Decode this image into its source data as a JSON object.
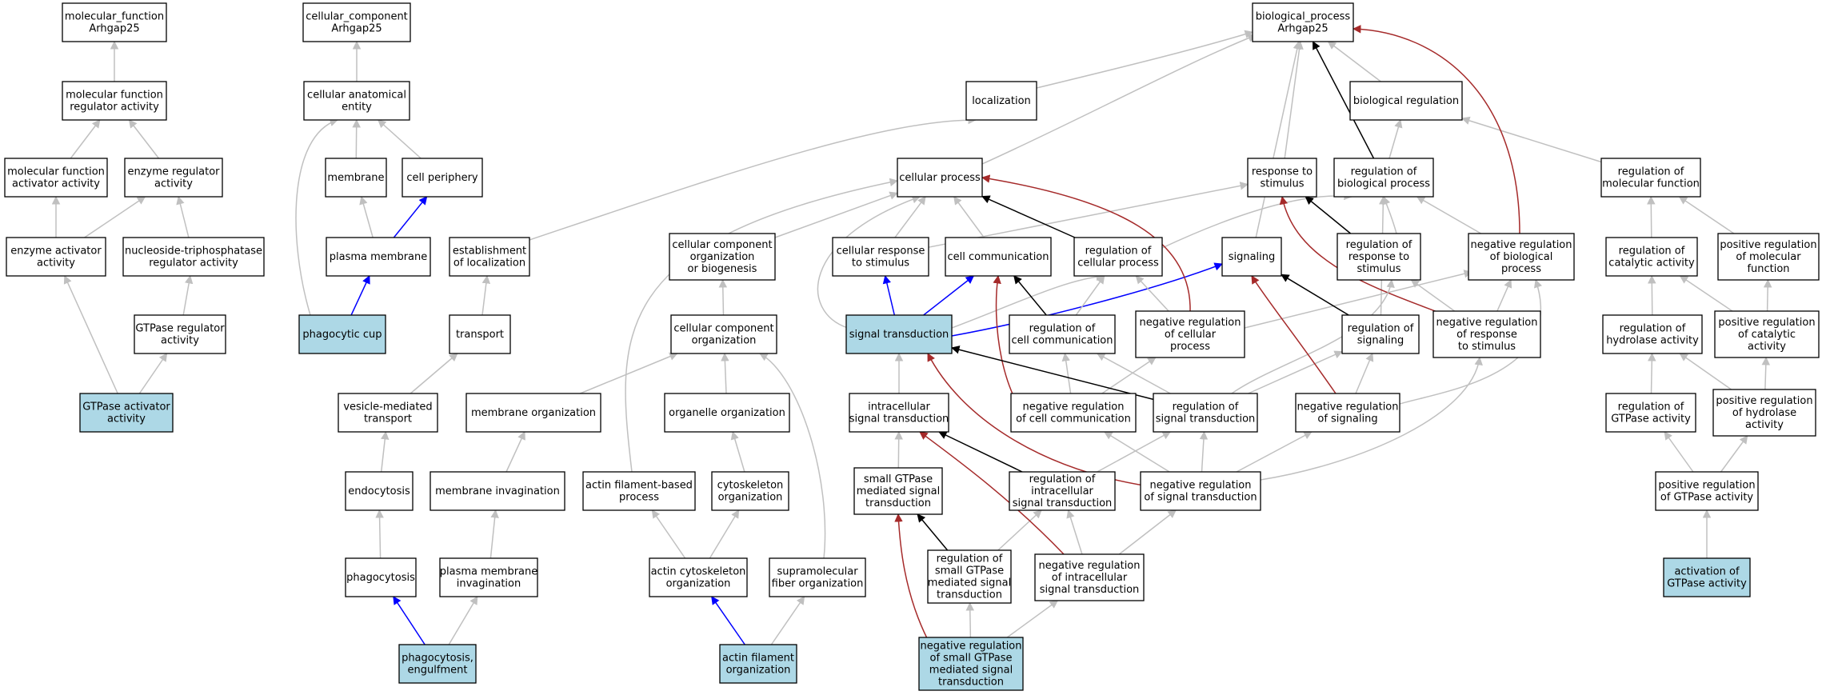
{
  "colors": {
    "highlight_fill": "#add8e6",
    "edge_is_a": "#c0c0c0",
    "edge_part_of": "#0000ff",
    "edge_regulates": "#000000",
    "edge_negatively_regulates": "#a52a2a"
  },
  "nodes": [
    {
      "id": "mf_root",
      "lines": [
        "molecular_function",
        "Arhgap25"
      ]
    },
    {
      "id": "mf_reg",
      "lines": [
        "molecular function",
        "regulator activity"
      ]
    },
    {
      "id": "mf_act",
      "lines": [
        "molecular function",
        "activator activity"
      ]
    },
    {
      "id": "enz_reg",
      "lines": [
        "enzyme regulator",
        "activity"
      ]
    },
    {
      "id": "enz_act",
      "lines": [
        "enzyme activator",
        "activity"
      ]
    },
    {
      "id": "ntp_reg",
      "lines": [
        "nucleoside-triphosphatase",
        "regulator activity"
      ]
    },
    {
      "id": "gtp_reg",
      "lines": [
        "GTPase regulator",
        "activity"
      ]
    },
    {
      "id": "gap",
      "lines": [
        "GTPase activator",
        "activity"
      ],
      "highlight": true
    },
    {
      "id": "cc_root",
      "lines": [
        "cellular_component",
        "Arhgap25"
      ]
    },
    {
      "id": "cae",
      "lines": [
        "cellular anatomical",
        "entity"
      ]
    },
    {
      "id": "membrane",
      "lines": [
        "membrane"
      ]
    },
    {
      "id": "cell_periph",
      "lines": [
        "cell periphery"
      ]
    },
    {
      "id": "plasma_mem",
      "lines": [
        "plasma membrane"
      ]
    },
    {
      "id": "phago_cup",
      "lines": [
        "phagocytic cup"
      ],
      "highlight": true
    },
    {
      "id": "bp_root",
      "lines": [
        "biological_process",
        "Arhgap25"
      ]
    },
    {
      "id": "localization",
      "lines": [
        "localization"
      ]
    },
    {
      "id": "bio_reg",
      "lines": [
        "biological regulation"
      ]
    },
    {
      "id": "cell_proc",
      "lines": [
        "cellular process"
      ]
    },
    {
      "id": "resp_stim",
      "lines": [
        "response to",
        "stimulus"
      ]
    },
    {
      "id": "reg_bio",
      "lines": [
        "regulation of",
        "biological process"
      ]
    },
    {
      "id": "reg_mol",
      "lines": [
        "regulation of",
        "molecular function"
      ]
    },
    {
      "id": "est_loc",
      "lines": [
        "establishment",
        "of localization"
      ]
    },
    {
      "id": "cc_org_bio",
      "lines": [
        "cellular component",
        "organization",
        "or biogenesis"
      ]
    },
    {
      "id": "cell_resp",
      "lines": [
        "cellular response",
        "to stimulus"
      ]
    },
    {
      "id": "cell_comm",
      "lines": [
        "cell communication"
      ]
    },
    {
      "id": "reg_cell_proc",
      "lines": [
        "regulation of",
        "cellular process"
      ]
    },
    {
      "id": "signaling",
      "lines": [
        "signaling"
      ]
    },
    {
      "id": "reg_resp",
      "lines": [
        "regulation of",
        "response to",
        "stimulus"
      ]
    },
    {
      "id": "neg_reg_bio",
      "lines": [
        "negative regulation",
        "of biological",
        "process"
      ]
    },
    {
      "id": "reg_cat",
      "lines": [
        "regulation of",
        "catalytic activity"
      ]
    },
    {
      "id": "pos_reg_mol",
      "lines": [
        "positive regulation",
        "of molecular",
        "function"
      ]
    },
    {
      "id": "transport",
      "lines": [
        "transport"
      ]
    },
    {
      "id": "cc_org",
      "lines": [
        "cellular component",
        "organization"
      ]
    },
    {
      "id": "sig_trans",
      "lines": [
        "signal transduction"
      ],
      "highlight": true
    },
    {
      "id": "reg_cell_comm",
      "lines": [
        "regulation of",
        "cell communication"
      ]
    },
    {
      "id": "neg_reg_cell_proc",
      "lines": [
        "negative regulation",
        "of cellular",
        "process"
      ]
    },
    {
      "id": "reg_sig",
      "lines": [
        "regulation of",
        "signaling"
      ]
    },
    {
      "id": "neg_reg_resp",
      "lines": [
        "negative regulation",
        "of response",
        "to stimulus"
      ]
    },
    {
      "id": "reg_hyd",
      "lines": [
        "regulation of",
        "hydrolase activity"
      ]
    },
    {
      "id": "pos_reg_cat",
      "lines": [
        "positive regulation",
        "of catalytic",
        "activity"
      ]
    },
    {
      "id": "vesicle",
      "lines": [
        "vesicle-mediated",
        "transport"
      ]
    },
    {
      "id": "mem_org",
      "lines": [
        "membrane organization"
      ]
    },
    {
      "id": "org_org",
      "lines": [
        "organelle organization"
      ]
    },
    {
      "id": "intra_sig",
      "lines": [
        "intracellular",
        "signal transduction"
      ]
    },
    {
      "id": "neg_reg_cell_comm",
      "lines": [
        "negative regulation",
        "of cell communication"
      ]
    },
    {
      "id": "reg_sig_trans",
      "lines": [
        "regulation of",
        "signal transduction"
      ]
    },
    {
      "id": "neg_reg_sig",
      "lines": [
        "negative regulation",
        "of signaling"
      ]
    },
    {
      "id": "reg_gtpase",
      "lines": [
        "regulation of",
        "GTPase activity"
      ]
    },
    {
      "id": "pos_reg_hyd",
      "lines": [
        "positive regulation",
        "of hydrolase",
        "activity"
      ]
    },
    {
      "id": "endocytosis",
      "lines": [
        "endocytosis"
      ]
    },
    {
      "id": "mem_inv",
      "lines": [
        "membrane invagination"
      ]
    },
    {
      "id": "actin_proc",
      "lines": [
        "actin filament-based",
        "process"
      ]
    },
    {
      "id": "cyto_org",
      "lines": [
        "cytoskeleton",
        "organization"
      ]
    },
    {
      "id": "small_gtpase",
      "lines": [
        "small GTPase",
        "mediated signal",
        "transduction"
      ]
    },
    {
      "id": "reg_intra",
      "lines": [
        "regulation of",
        "intracellular",
        "signal transduction"
      ]
    },
    {
      "id": "neg_reg_sig_trans",
      "lines": [
        "negative regulation",
        "of signal transduction"
      ]
    },
    {
      "id": "pos_reg_gtpase",
      "lines": [
        "positive regulation",
        "of GTPase activity"
      ]
    },
    {
      "id": "phagocytosis",
      "lines": [
        "phagocytosis"
      ]
    },
    {
      "id": "pm_inv",
      "lines": [
        "plasma membrane",
        "invagination"
      ]
    },
    {
      "id": "actin_cyto",
      "lines": [
        "actin cytoskeleton",
        "organization"
      ]
    },
    {
      "id": "supra",
      "lines": [
        "supramolecular",
        "fiber organization"
      ]
    },
    {
      "id": "reg_small",
      "lines": [
        "regulation of",
        "small GTPase",
        "mediated signal",
        "transduction"
      ]
    },
    {
      "id": "neg_reg_intra",
      "lines": [
        "negative regulation",
        "of intracellular",
        "signal transduction"
      ]
    },
    {
      "id": "act_gtpase",
      "lines": [
        "activation of",
        "GTPase activity"
      ],
      "highlight": true
    },
    {
      "id": "phago_eng",
      "lines": [
        "phagocytosis,",
        "engulfment"
      ],
      "highlight": true
    },
    {
      "id": "actin_fil",
      "lines": [
        "actin filament",
        "organization"
      ],
      "highlight": true
    },
    {
      "id": "neg_reg_small",
      "lines": [
        "negative regulation",
        "of small GTPase",
        "mediated signal",
        "transduction"
      ],
      "highlight": true
    }
  ],
  "edges": [
    {
      "from": "mf_reg",
      "to": "mf_root",
      "type": "is_a"
    },
    {
      "from": "mf_act",
      "to": "mf_reg",
      "type": "is_a"
    },
    {
      "from": "enz_reg",
      "to": "mf_reg",
      "type": "is_a"
    },
    {
      "from": "enz_act",
      "to": "enz_reg",
      "type": "is_a"
    },
    {
      "from": "enz_act",
      "to": "mf_act",
      "type": "is_a"
    },
    {
      "from": "ntp_reg",
      "to": "enz_reg",
      "type": "is_a"
    },
    {
      "from": "gtp_reg",
      "to": "ntp_reg",
      "type": "is_a"
    },
    {
      "from": "gap",
      "to": "enz_act",
      "type": "is_a"
    },
    {
      "from": "gap",
      "to": "gtp_reg",
      "type": "is_a"
    },
    {
      "from": "cae",
      "to": "cc_root",
      "type": "is_a"
    },
    {
      "from": "membrane",
      "to": "cae",
      "type": "is_a"
    },
    {
      "from": "cell_periph",
      "to": "cae",
      "type": "is_a"
    },
    {
      "from": "plasma_mem",
      "to": "membrane",
      "type": "is_a"
    },
    {
      "from": "plasma_mem",
      "to": "cell_periph",
      "type": "part_of"
    },
    {
      "from": "phago_cup",
      "to": "plasma_mem",
      "type": "part_of"
    },
    {
      "from": "phago_cup",
      "to": "cae",
      "type": "is_a"
    },
    {
      "from": "localization",
      "to": "bp_root",
      "type": "is_a"
    },
    {
      "from": "bio_reg",
      "to": "bp_root",
      "type": "is_a"
    },
    {
      "from": "cell_proc",
      "to": "bp_root",
      "type": "is_a"
    },
    {
      "from": "resp_stim",
      "to": "bp_root",
      "type": "is_a"
    },
    {
      "from": "reg_bio",
      "to": "bp_root",
      "type": "regulates"
    },
    {
      "from": "reg_bio",
      "to": "bio_reg",
      "type": "is_a"
    },
    {
      "from": "reg_mol",
      "to": "bio_reg",
      "type": "is_a"
    },
    {
      "from": "est_loc",
      "to": "localization",
      "type": "is_a"
    },
    {
      "from": "cc_org_bio",
      "to": "cell_proc",
      "type": "is_a"
    },
    {
      "from": "cell_resp",
      "to": "cell_proc",
      "type": "is_a"
    },
    {
      "from": "cell_resp",
      "to": "resp_stim",
      "type": "is_a"
    },
    {
      "from": "cell_comm",
      "to": "cell_proc",
      "type": "is_a"
    },
    {
      "from": "reg_cell_proc",
      "to": "cell_proc",
      "type": "regulates"
    },
    {
      "from": "reg_cell_proc",
      "to": "reg_bio",
      "type": "is_a"
    },
    {
      "from": "signaling",
      "to": "bp_root",
      "type": "is_a"
    },
    {
      "from": "reg_resp",
      "to": "resp_stim",
      "type": "regulates"
    },
    {
      "from": "reg_resp",
      "to": "reg_bio",
      "type": "is_a"
    },
    {
      "from": "neg_reg_bio",
      "to": "bp_root",
      "type": "negatively_regulates"
    },
    {
      "from": "neg_reg_bio",
      "to": "reg_bio",
      "type": "is_a"
    },
    {
      "from": "reg_cat",
      "to": "reg_mol",
      "type": "is_a"
    },
    {
      "from": "pos_reg_mol",
      "to": "reg_mol",
      "type": "is_a"
    },
    {
      "from": "transport",
      "to": "est_loc",
      "type": "is_a"
    },
    {
      "from": "cc_org",
      "to": "cc_org_bio",
      "type": "is_a"
    },
    {
      "from": "sig_trans",
      "to": "cell_resp",
      "type": "part_of"
    },
    {
      "from": "sig_trans",
      "to": "cell_comm",
      "type": "part_of"
    },
    {
      "from": "sig_trans",
      "to": "signaling",
      "type": "part_of"
    },
    {
      "from": "sig_trans",
      "to": "cell_proc",
      "type": "is_a"
    },
    {
      "from": "sig_trans",
      "to": "reg_cell_proc",
      "type": "is_a"
    },
    {
      "from": "reg_cell_comm",
      "to": "cell_comm",
      "type": "regulates"
    },
    {
      "from": "reg_cell_comm",
      "to": "reg_cell_proc",
      "type": "is_a"
    },
    {
      "from": "neg_reg_cell_proc",
      "to": "cell_proc",
      "type": "negatively_regulates"
    },
    {
      "from": "neg_reg_cell_proc",
      "to": "reg_cell_proc",
      "type": "is_a"
    },
    {
      "from": "neg_reg_cell_proc",
      "to": "neg_reg_bio",
      "type": "is_a"
    },
    {
      "from": "reg_sig",
      "to": "signaling",
      "type": "regulates"
    },
    {
      "from": "reg_sig",
      "to": "reg_bio",
      "type": "is_a"
    },
    {
      "from": "neg_reg_resp",
      "to": "resp_stim",
      "type": "negatively_regulates"
    },
    {
      "from": "neg_reg_resp",
      "to": "reg_resp",
      "type": "is_a"
    },
    {
      "from": "neg_reg_resp",
      "to": "neg_reg_bio",
      "type": "is_a"
    },
    {
      "from": "reg_hyd",
      "to": "reg_cat",
      "type": "is_a"
    },
    {
      "from": "pos_reg_cat",
      "to": "reg_cat",
      "type": "is_a"
    },
    {
      "from": "pos_reg_cat",
      "to": "pos_reg_mol",
      "type": "is_a"
    },
    {
      "from": "vesicle",
      "to": "transport",
      "type": "is_a"
    },
    {
      "from": "mem_org",
      "to": "cc_org",
      "type": "is_a"
    },
    {
      "from": "org_org",
      "to": "cc_org",
      "type": "is_a"
    },
    {
      "from": "intra_sig",
      "to": "sig_trans",
      "type": "is_a"
    },
    {
      "from": "neg_reg_cell_comm",
      "to": "cell_comm",
      "type": "negatively_regulates"
    },
    {
      "from": "neg_reg_cell_comm",
      "to": "reg_cell_comm",
      "type": "is_a"
    },
    {
      "from": "neg_reg_cell_comm",
      "to": "neg_reg_cell_proc",
      "type": "is_a"
    },
    {
      "from": "reg_sig_trans",
      "to": "sig_trans",
      "type": "regulates"
    },
    {
      "from": "reg_sig_trans",
      "to": "reg_cell_comm",
      "type": "is_a"
    },
    {
      "from": "reg_sig_trans",
      "to": "reg_sig",
      "type": "is_a"
    },
    {
      "from": "reg_sig_trans",
      "to": "reg_resp",
      "type": "is_a"
    },
    {
      "from": "neg_reg_sig",
      "to": "signaling",
      "type": "negatively_regulates"
    },
    {
      "from": "neg_reg_sig",
      "to": "reg_sig",
      "type": "is_a"
    },
    {
      "from": "neg_reg_sig",
      "to": "neg_reg_bio",
      "type": "is_a"
    },
    {
      "from": "reg_gtpase",
      "to": "reg_hyd",
      "type": "is_a"
    },
    {
      "from": "pos_reg_hyd",
      "to": "reg_hyd",
      "type": "is_a"
    },
    {
      "from": "pos_reg_hyd",
      "to": "pos_reg_cat",
      "type": "is_a"
    },
    {
      "from": "endocytosis",
      "to": "vesicle",
      "type": "is_a"
    },
    {
      "from": "mem_inv",
      "to": "mem_org",
      "type": "is_a"
    },
    {
      "from": "actin_proc",
      "to": "cell_proc",
      "type": "is_a"
    },
    {
      "from": "cyto_org",
      "to": "org_org",
      "type": "is_a"
    },
    {
      "from": "small_gtpase",
      "to": "intra_sig",
      "type": "is_a"
    },
    {
      "from": "reg_intra",
      "to": "intra_sig",
      "type": "regulates"
    },
    {
      "from": "reg_intra",
      "to": "reg_sig_trans",
      "type": "is_a"
    },
    {
      "from": "neg_reg_sig_trans",
      "to": "sig_trans",
      "type": "negatively_regulates"
    },
    {
      "from": "neg_reg_sig_trans",
      "to": "reg_sig_trans",
      "type": "is_a"
    },
    {
      "from": "neg_reg_sig_trans",
      "to": "neg_reg_cell_comm",
      "type": "is_a"
    },
    {
      "from": "neg_reg_sig_trans",
      "to": "neg_reg_sig",
      "type": "is_a"
    },
    {
      "from": "neg_reg_sig_trans",
      "to": "neg_reg_resp",
      "type": "is_a"
    },
    {
      "from": "pos_reg_gtpase",
      "to": "reg_gtpase",
      "type": "is_a"
    },
    {
      "from": "pos_reg_gtpase",
      "to": "pos_reg_hyd",
      "type": "is_a"
    },
    {
      "from": "phagocytosis",
      "to": "endocytosis",
      "type": "is_a"
    },
    {
      "from": "pm_inv",
      "to": "mem_inv",
      "type": "is_a"
    },
    {
      "from": "actin_cyto",
      "to": "actin_proc",
      "type": "is_a"
    },
    {
      "from": "actin_cyto",
      "to": "cyto_org",
      "type": "is_a"
    },
    {
      "from": "supra",
      "to": "cc_org",
      "type": "is_a"
    },
    {
      "from": "reg_small",
      "to": "small_gtpase",
      "type": "regulates"
    },
    {
      "from": "reg_small",
      "to": "reg_intra",
      "type": "is_a"
    },
    {
      "from": "neg_reg_intra",
      "to": "intra_sig",
      "type": "negatively_regulates"
    },
    {
      "from": "neg_reg_intra",
      "to": "reg_intra",
      "type": "is_a"
    },
    {
      "from": "neg_reg_intra",
      "to": "neg_reg_sig_trans",
      "type": "is_a"
    },
    {
      "from": "act_gtpase",
      "to": "pos_reg_gtpase",
      "type": "is_a"
    },
    {
      "from": "phago_eng",
      "to": "phagocytosis",
      "type": "part_of"
    },
    {
      "from": "phago_eng",
      "to": "pm_inv",
      "type": "is_a"
    },
    {
      "from": "actin_fil",
      "to": "actin_cyto",
      "type": "part_of"
    },
    {
      "from": "actin_fil",
      "to": "supra",
      "type": "is_a"
    },
    {
      "from": "neg_reg_small",
      "to": "small_gtpase",
      "type": "negatively_regulates"
    },
    {
      "from": "neg_reg_small",
      "to": "reg_small",
      "type": "is_a"
    },
    {
      "from": "neg_reg_small",
      "to": "neg_reg_intra",
      "type": "is_a"
    }
  ]
}
